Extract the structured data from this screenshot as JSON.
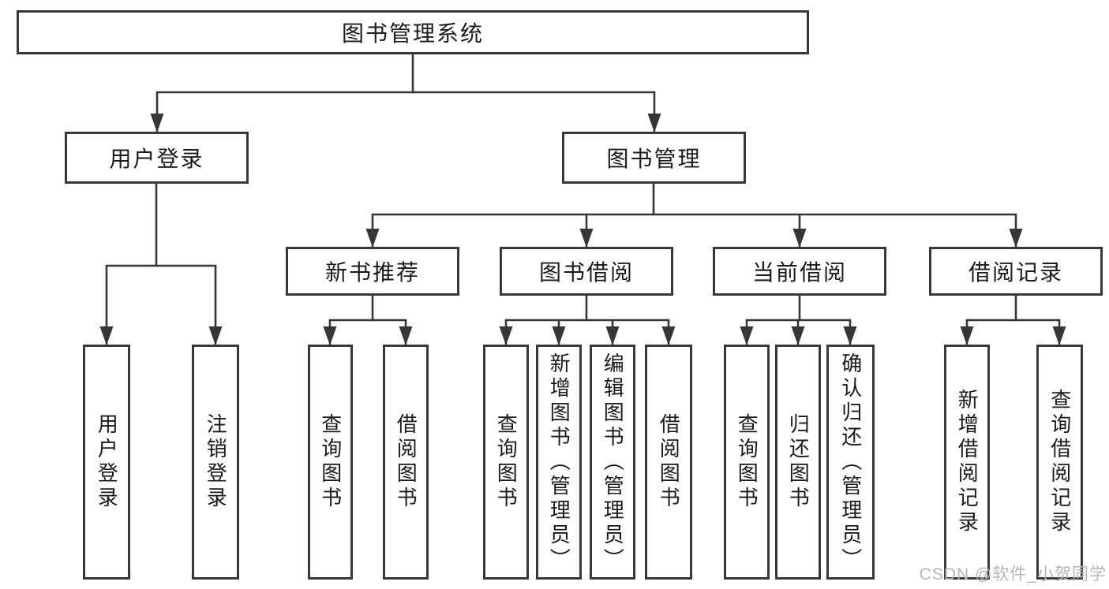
{
  "diagram": {
    "type": "tree-diagram",
    "title": "图书管理系统"
  },
  "nodes": {
    "root": {
      "label": "图书管理系统",
      "children": [
        "user_login",
        "book_management"
      ]
    },
    "user_login": {
      "label": "用户登录",
      "children": [
        "login",
        "logout"
      ]
    },
    "book_management": {
      "label": "图书管理",
      "children": [
        "new_book_rec",
        "book_borrow",
        "current_borrow",
        "borrow_records"
      ]
    },
    "new_book_rec": {
      "label": "新书推荐",
      "children": [
        "nbr_query",
        "nbr_borrow"
      ]
    },
    "book_borrow": {
      "label": "图书借阅",
      "children": [
        "bb_query",
        "bb_add",
        "bb_edit",
        "bb_borrow"
      ]
    },
    "current_borrow": {
      "label": "当前借阅",
      "children": [
        "cb_query",
        "cb_return",
        "cb_confirm"
      ]
    },
    "borrow_records": {
      "label": "借阅记录",
      "children": [
        "br_add",
        "br_query"
      ]
    },
    "login": {
      "label": "用户登录"
    },
    "logout": {
      "label": "注销登录"
    },
    "nbr_query": {
      "label": "查询图书"
    },
    "nbr_borrow": {
      "label": "借阅图书"
    },
    "bb_query": {
      "label": "查询图书"
    },
    "bb_add": {
      "label": "新增图书（管理员）"
    },
    "bb_edit": {
      "label": "编辑图书（管理员）"
    },
    "bb_borrow": {
      "label": "借阅图书"
    },
    "cb_query": {
      "label": "查询图书"
    },
    "cb_return": {
      "label": "归还图书"
    },
    "cb_confirm": {
      "label": "确认归还（管理员）"
    },
    "br_add": {
      "label": "新增借阅记录"
    },
    "br_query": {
      "label": "查询借阅记录"
    }
  },
  "watermark": "CSDN @软件_小贺同学",
  "colors": {
    "line": "#363636",
    "box_border": "#383838",
    "text": "#1a1a1a",
    "watermark": "#b3b7ba",
    "background": "#ffffff"
  }
}
